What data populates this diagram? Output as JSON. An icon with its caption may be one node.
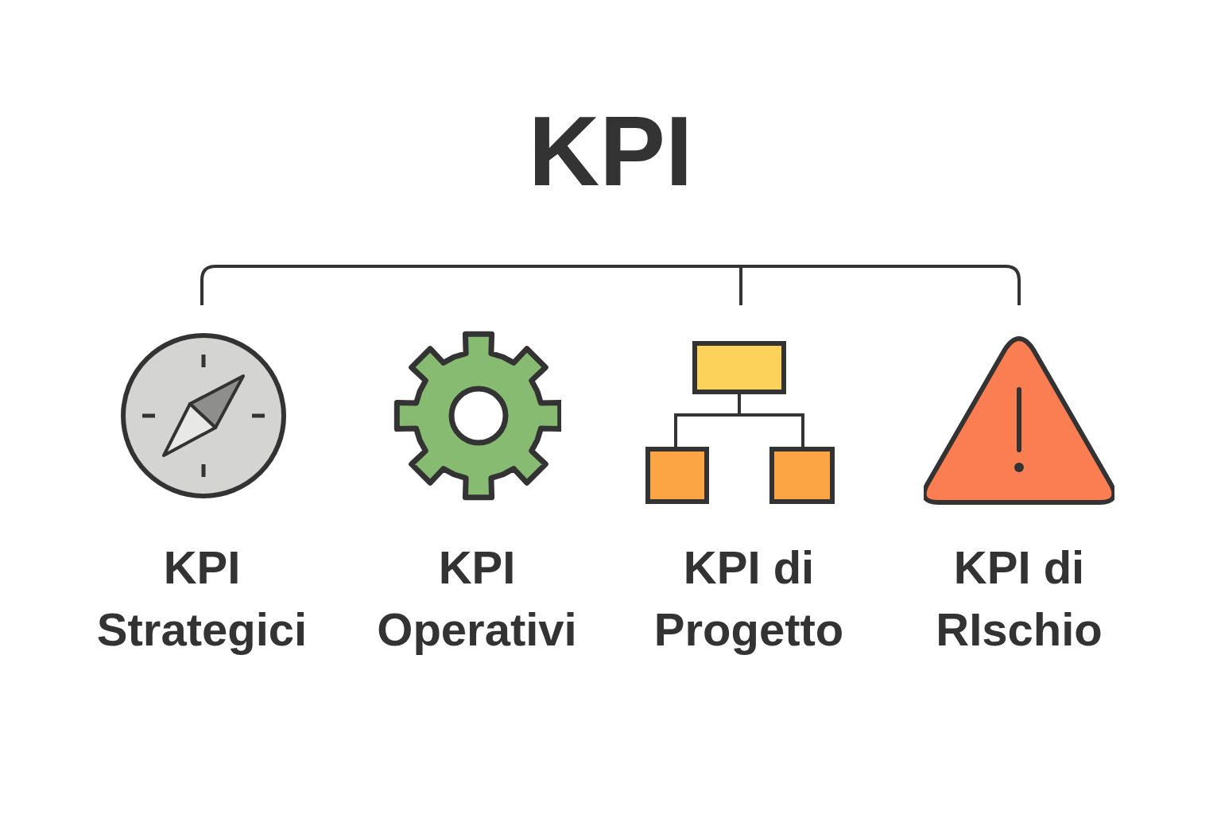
{
  "diagram": {
    "title": "KPI",
    "nodes": [
      {
        "text": [
          "KPI Strategici"
        ]
      },
      {
        "text": [
          "KPI Operativi"
        ]
      },
      {
        "text": [
          "KPI di Progetto"
        ]
      },
      {
        "text": [
          "KPI di RIschio"
        ]
      }
    ]
  }
}
